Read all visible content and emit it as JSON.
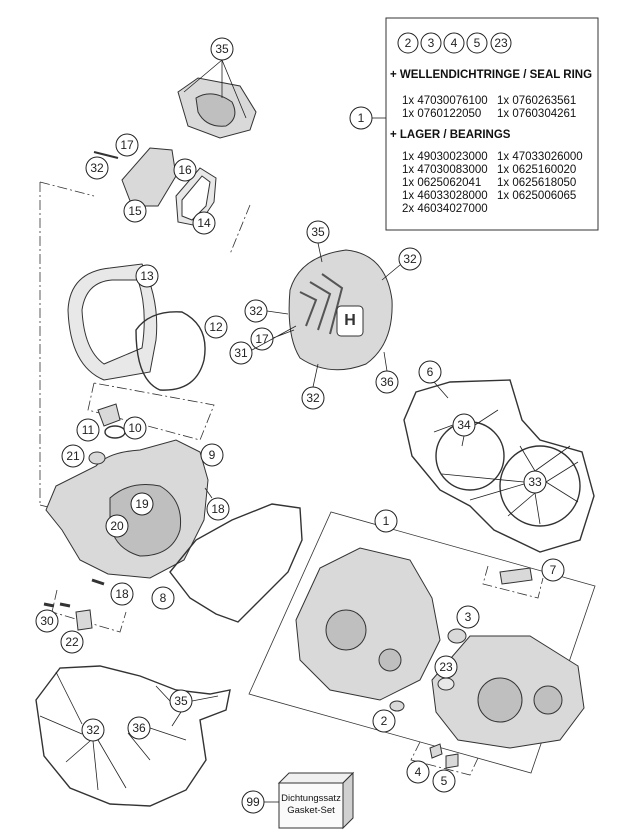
{
  "info_box": {
    "header_callouts": [
      "2",
      "3",
      "4",
      "5",
      "23"
    ],
    "box_callout": "1",
    "seal_heading": "+ WELLENDICHTRINGE / SEAL RING",
    "seal_rows": [
      [
        "1x 47030076100",
        "1x 0760263561"
      ],
      [
        "1x 0760122050",
        "1x 0760304261"
      ]
    ],
    "bearing_heading": "+ LAGER / BEARINGS",
    "bearing_rows": [
      [
        "1x 49030023000",
        "1x 47033026000"
      ],
      [
        "1x 47030083000",
        "1x 0625160020"
      ],
      [
        "1x 0625062041",
        "1x 0625618050"
      ],
      [
        "1x 46033028000",
        "1x 0625006065"
      ],
      [
        "2x 46034027000",
        ""
      ]
    ]
  },
  "gasket_set": {
    "callout": "99",
    "line1": "Dichtungssatz",
    "line2": "Gasket-Set"
  },
  "callouts": {
    "c35a": "35",
    "c17a": "17",
    "c32a": "32",
    "c16": "16",
    "c15": "15",
    "c14": "14",
    "c13": "13",
    "c12": "12",
    "c35b": "35",
    "c32b": "32",
    "c32c": "32",
    "c17b": "17",
    "c31": "31",
    "c32d": "32",
    "c36a": "36",
    "c6": "6",
    "c34": "34",
    "c33": "33",
    "c11": "11",
    "c10": "10",
    "c9": "9",
    "c21": "21",
    "c19": "19",
    "c20": "20",
    "c18a": "18",
    "c8": "8",
    "c18b": "18",
    "c30": "30",
    "c22": "22",
    "c1b": "1",
    "c7": "7",
    "c3": "3",
    "c23": "23",
    "c2": "2",
    "c4": "4",
    "c5": "5",
    "c35c": "35",
    "c32e": "32",
    "c36b": "36"
  },
  "brand_mark": "H"
}
